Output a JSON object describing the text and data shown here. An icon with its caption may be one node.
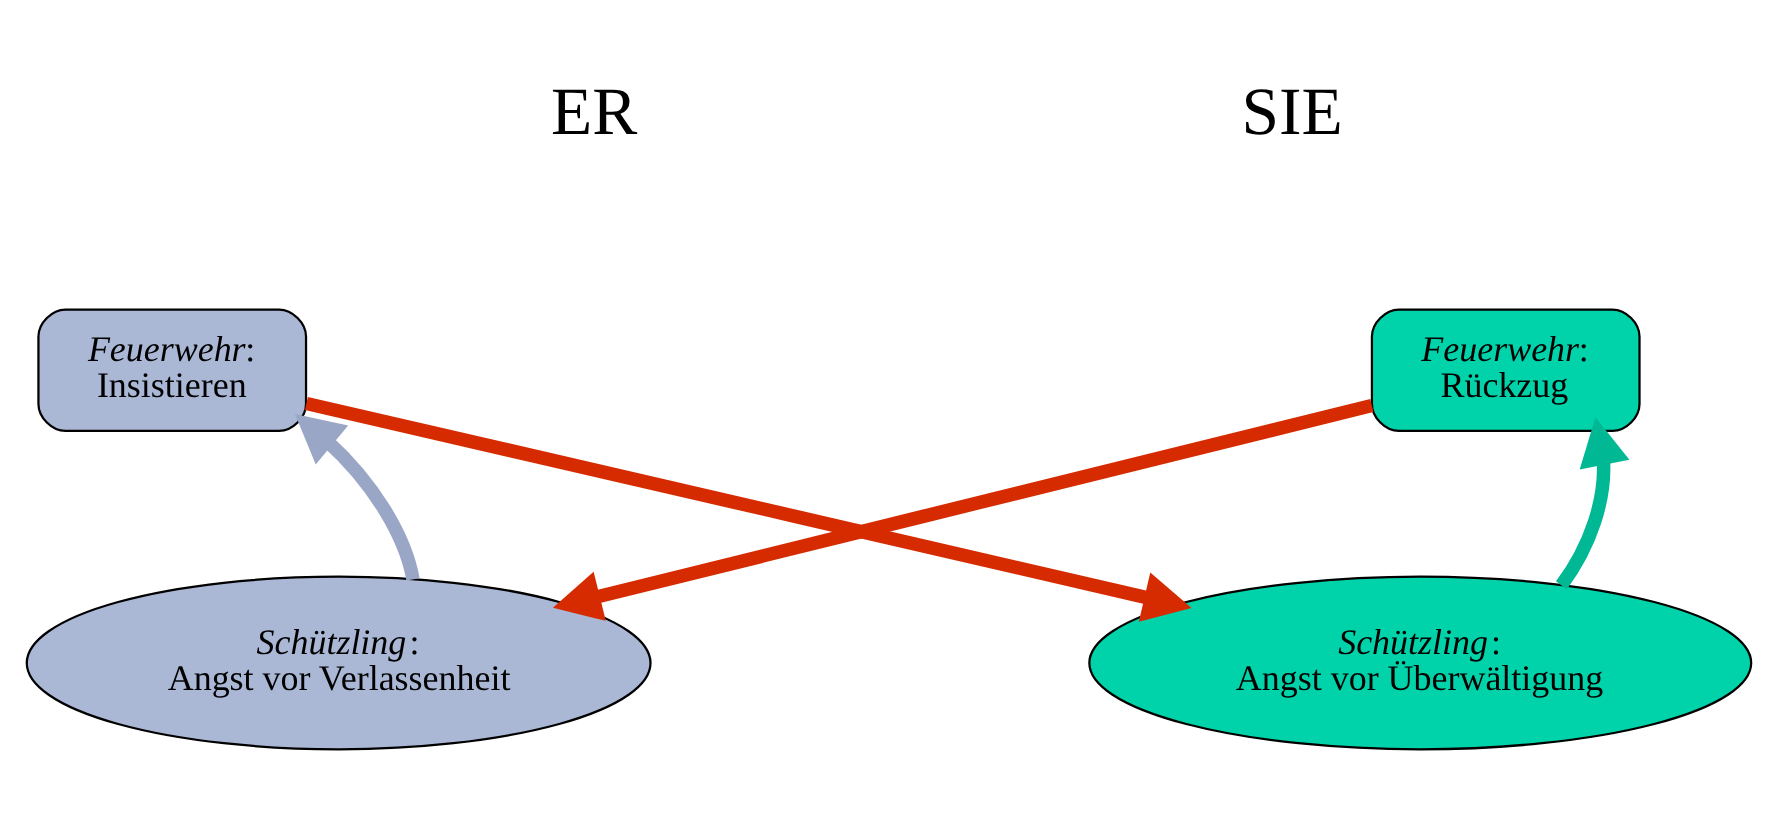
{
  "diagram": {
    "nodes": [
      {
        "text": [
          "*Feuerwehr*:",
          "Insistieren"
        ]
      },
      {
        "text": [
          "*Feuerwehr*:",
          "Rückzug"
        ]
      },
      {
        "text": [
          "*Schützling*:",
          "Angst vor Verlassenheit"
        ]
      },
      {
        "text": [
          "*Schützling*:",
          "Angst vor Überwältigung"
        ]
      }
    ],
    "edges": [
      {
        "from": 0,
        "to": 3,
        "arrow": "to",
        "color": "#d62b00"
      },
      {
        "from": 1,
        "to": 2,
        "arrow": "to",
        "color": "#d62b00"
      },
      {
        "from": 2,
        "to": 0,
        "arrow": "to",
        "color": "#9aa6c6"
      },
      {
        "from": 3,
        "to": 1,
        "arrow": "to",
        "color": "#00b894"
      }
    ],
    "labels": [
      "ER",
      "SIE"
    ]
  }
}
